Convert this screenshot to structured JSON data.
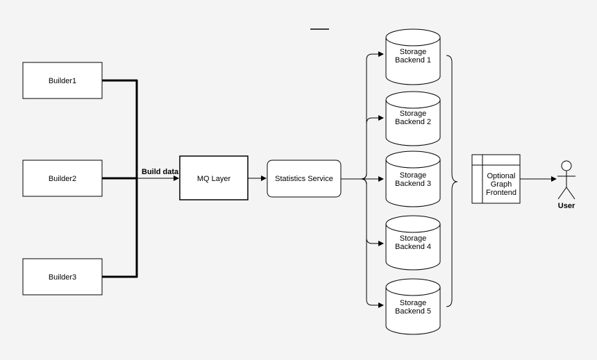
{
  "builders": [
    {
      "label": "Builder1"
    },
    {
      "label": "Builder2"
    },
    {
      "label": "Builder3"
    }
  ],
  "edge_label": "Build data",
  "mq_layer": {
    "label": "MQ Layer"
  },
  "statistics_service": {
    "label": "Statistics Service"
  },
  "storage_backends": [
    {
      "line1": "Storage",
      "line2": "Backend 1"
    },
    {
      "line1": "Storage",
      "line2": "Backend 2"
    },
    {
      "line1": "Storage",
      "line2": "Backend 3"
    },
    {
      "line1": "Storage",
      "line2": "Backend 4"
    },
    {
      "line1": "Storage",
      "line2": "Backend 5"
    }
  ],
  "frontend": {
    "line1": "Optional",
    "line2": "Graph",
    "line3": "Frontend"
  },
  "user": {
    "label": "User"
  }
}
